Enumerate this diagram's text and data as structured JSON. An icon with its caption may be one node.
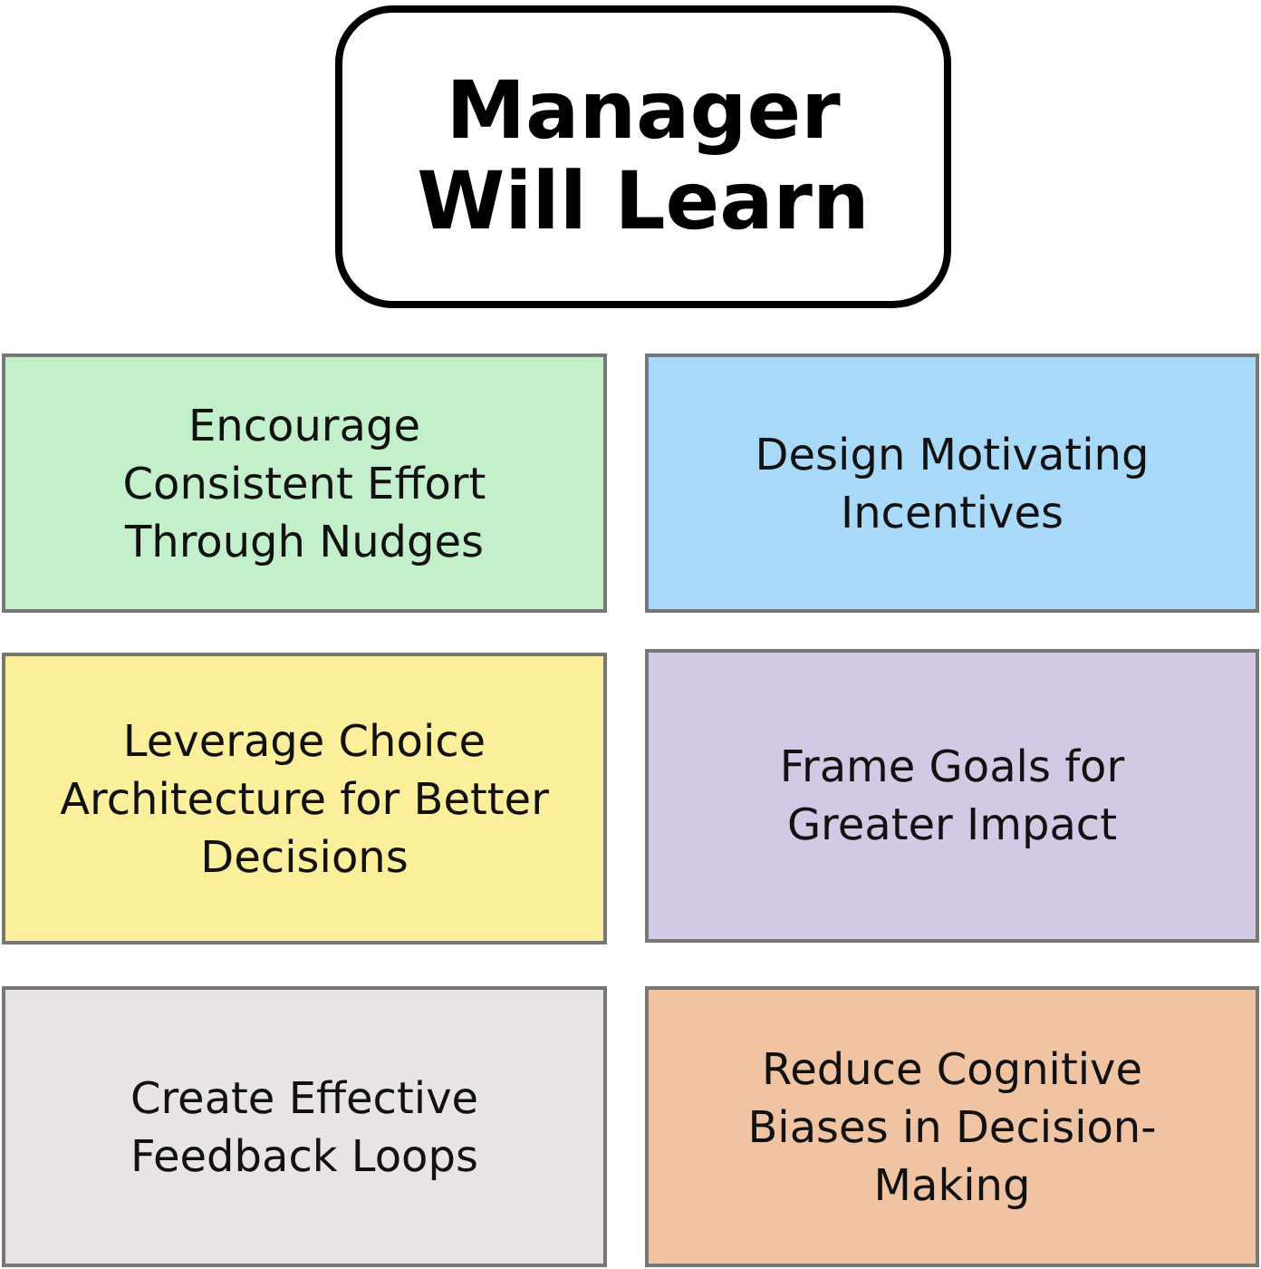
{
  "diagram": {
    "nodes": [
      {
        "text": [
          "Manager Will Learn"
        ]
      },
      {
        "text": [
          "Encourage Consistent Effort Through Nudges"
        ]
      },
      {
        "text": [
          "Design Motivating Incentives"
        ]
      },
      {
        "text": [
          "Leverage Choice Architecture for Better Decisions"
        ]
      },
      {
        "text": [
          "Frame Goals for Greater Impact"
        ]
      },
      {
        "text": [
          "Create Effective Feedback Loops"
        ]
      },
      {
        "text": [
          "Reduce Cognitive Biases in Decision-Making"
        ]
      }
    ]
  }
}
